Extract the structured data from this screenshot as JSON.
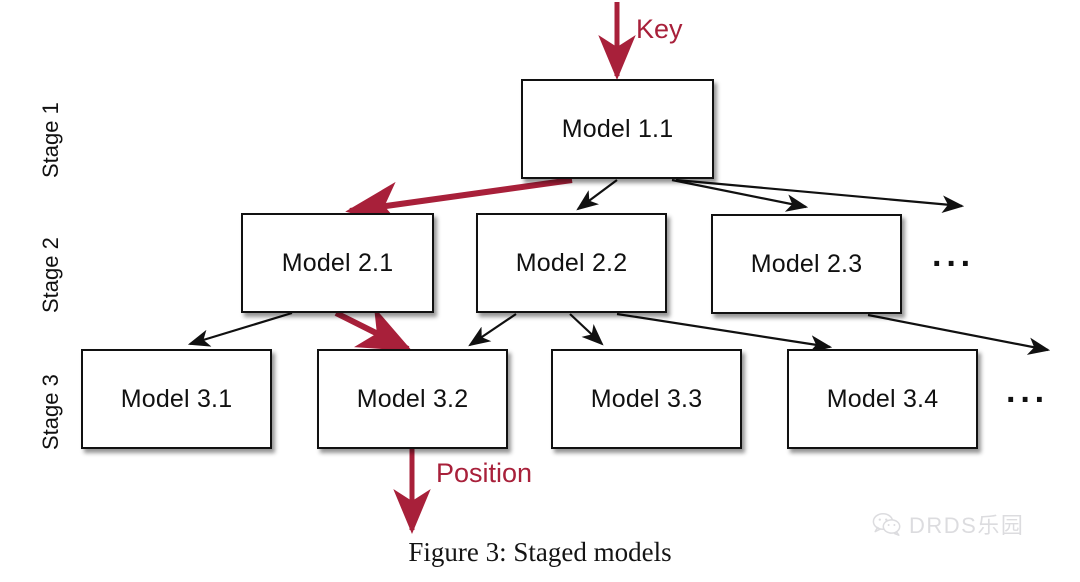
{
  "figure": {
    "caption": "Figure 3: Staged models",
    "background_color": "#ffffff"
  },
  "colors": {
    "accent_red": "#a8203a",
    "node_stroke": "#111111",
    "edge_black": "#111111",
    "watermark": "#8d8d96"
  },
  "stages": [
    {
      "label": "Stage 1"
    },
    {
      "label": "Stage 2"
    },
    {
      "label": "Stage 3"
    }
  ],
  "nodes": {
    "stage1": [
      {
        "label": "Model 1.1"
      }
    ],
    "stage2": [
      {
        "label": "Model 2.1"
      },
      {
        "label": "Model 2.2"
      },
      {
        "label": "Model 2.3"
      }
    ],
    "stage3": [
      {
        "label": "Model 3.1"
      },
      {
        "label": "Model 3.2"
      },
      {
        "label": "Model 3.3"
      },
      {
        "label": "Model 3.4"
      }
    ]
  },
  "ellipsis": {
    "stage2": "···",
    "stage3": "···"
  },
  "flow_labels": {
    "key": "Key",
    "position": "Position"
  },
  "watermark": {
    "text": "DRDS乐园",
    "icon": "wechat-icon"
  },
  "chart_data": {
    "type": "diagram",
    "title": "Figure 3: Staged models",
    "description": "Three-stage tree of models; a red highlighted path traces a Key lookup from Model 1.1 to Model 2.1 to Model 3.2 producing a Position.",
    "levels": [
      {
        "stage": "Stage 1",
        "nodes": [
          "Model 1.1"
        ],
        "truncated": false
      },
      {
        "stage": "Stage 2",
        "nodes": [
          "Model 2.1",
          "Model 2.2",
          "Model 2.3"
        ],
        "truncated": true
      },
      {
        "stage": "Stage 3",
        "nodes": [
          "Model 3.1",
          "Model 3.2",
          "Model 3.3",
          "Model 3.4"
        ],
        "truncated": true
      }
    ],
    "edges": [
      {
        "from": "Key",
        "to": "Model 1.1",
        "color": "#a8203a"
      },
      {
        "from": "Model 1.1",
        "to": "Model 2.1",
        "color": "#a8203a"
      },
      {
        "from": "Model 1.1",
        "to": "Model 2.2",
        "color": "#111111"
      },
      {
        "from": "Model 1.1",
        "to": "Model 2.3",
        "color": "#111111"
      },
      {
        "from": "Model 1.1",
        "to": "...",
        "color": "#111111"
      },
      {
        "from": "Model 2.1",
        "to": "Model 3.1",
        "color": "#111111"
      },
      {
        "from": "Model 2.1",
        "to": "Model 3.2",
        "color": "#a8203a"
      },
      {
        "from": "Model 2.2",
        "to": "Model 3.2",
        "color": "#111111"
      },
      {
        "from": "Model 2.2",
        "to": "Model 3.3",
        "color": "#111111"
      },
      {
        "from": "Model 2.2",
        "to": "Model 3.4",
        "color": "#111111"
      },
      {
        "from": "Model 2.3",
        "to": "...",
        "color": "#111111"
      },
      {
        "from": "Model 3.2",
        "to": "Position",
        "color": "#a8203a"
      }
    ]
  }
}
